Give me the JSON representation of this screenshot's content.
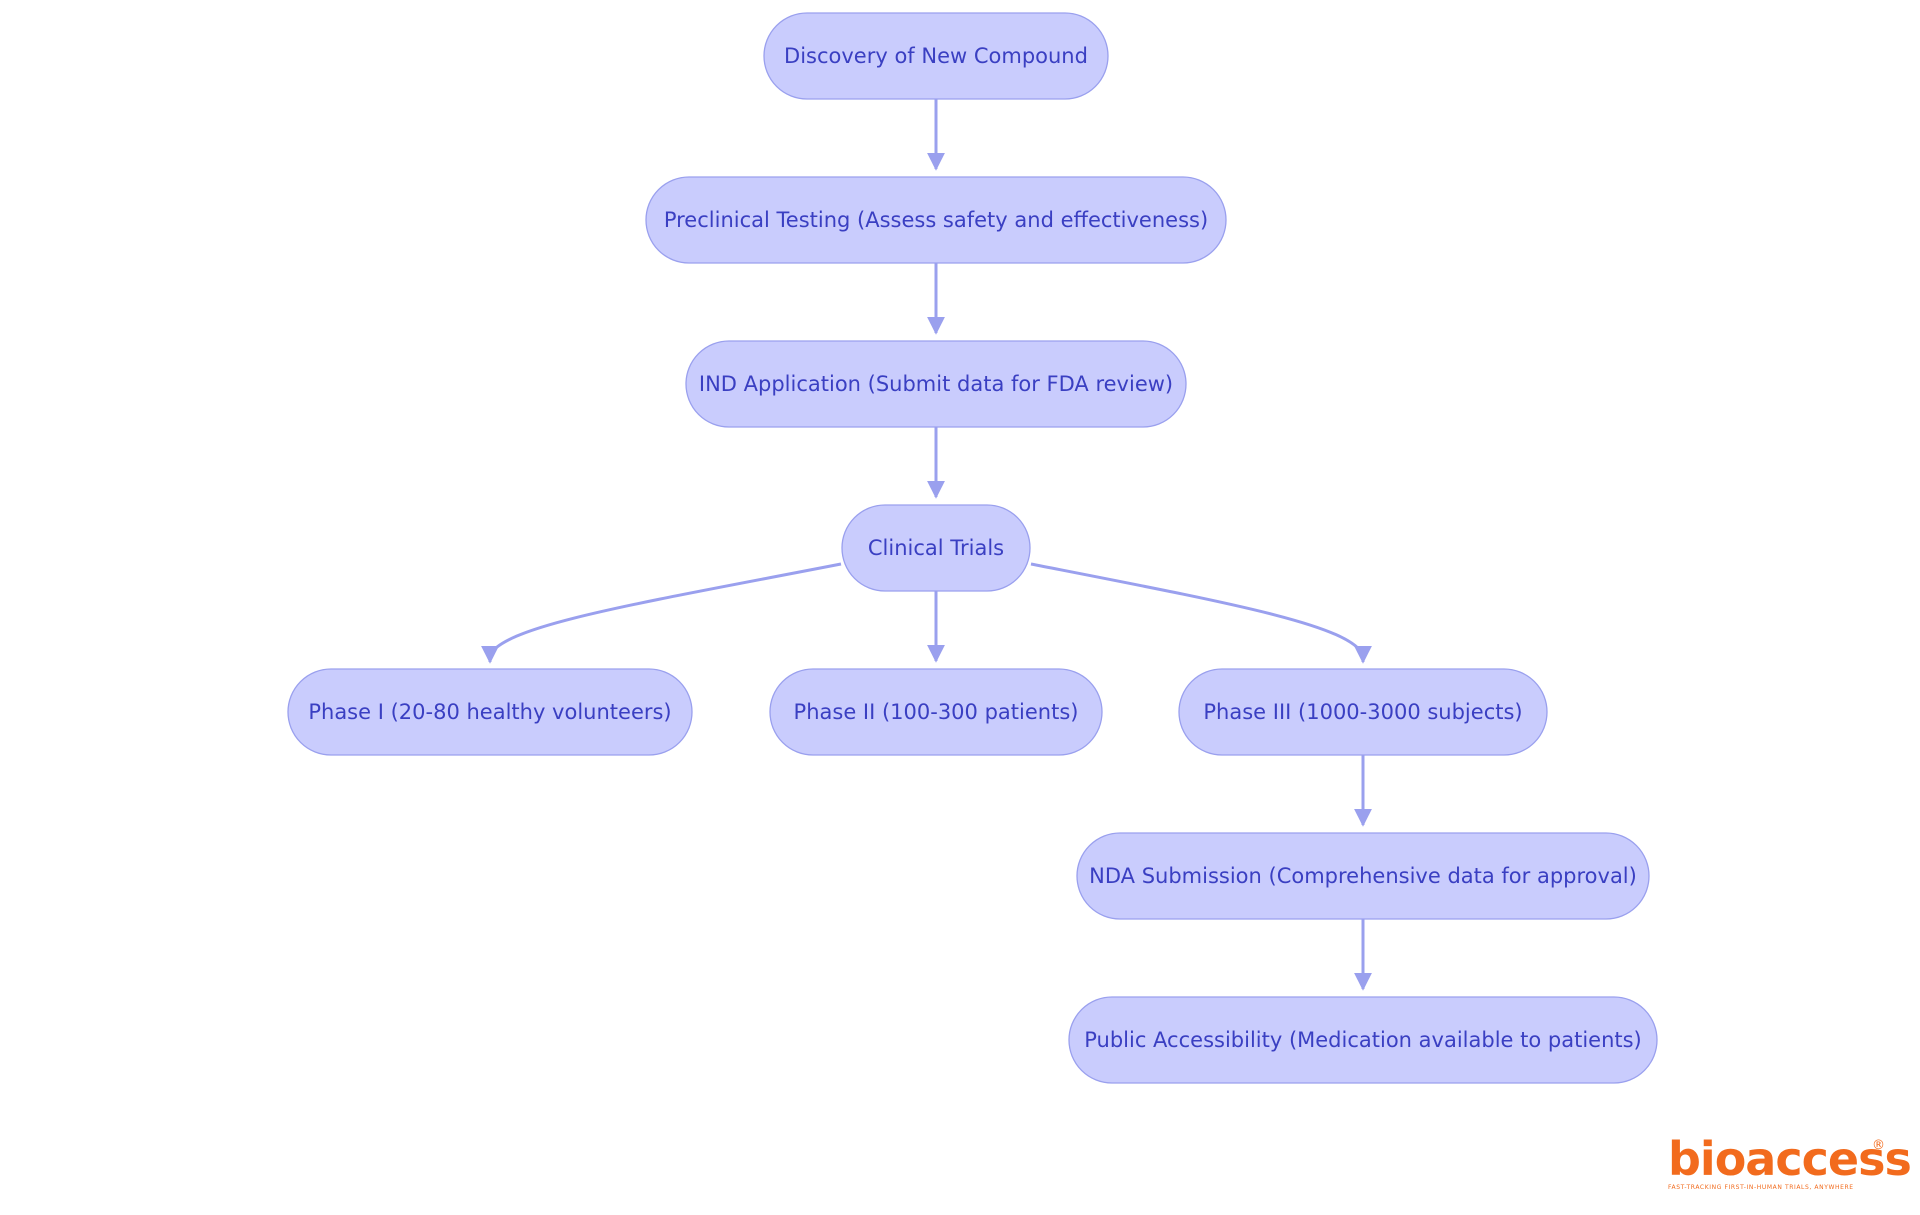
{
  "diagram": {
    "nodes": [
      {
        "id": "discovery",
        "label": "Discovery of New Compound"
      },
      {
        "id": "preclinical",
        "label": "Preclinical Testing (Assess safety and effectiveness)"
      },
      {
        "id": "ind",
        "label": "IND Application (Submit data for FDA review)"
      },
      {
        "id": "clinical",
        "label": "Clinical Trials"
      },
      {
        "id": "phase1",
        "label": "Phase I (20-80 healthy volunteers)"
      },
      {
        "id": "phase2",
        "label": "Phase II (100-300 patients)"
      },
      {
        "id": "phase3",
        "label": "Phase III (1000-3000 subjects)"
      },
      {
        "id": "nda",
        "label": "NDA Submission (Comprehensive data for approval)"
      },
      {
        "id": "public",
        "label": "Public Accessibility (Medication available to patients)"
      }
    ],
    "edges": [
      {
        "from": "discovery",
        "to": "preclinical"
      },
      {
        "from": "preclinical",
        "to": "ind"
      },
      {
        "from": "ind",
        "to": "clinical"
      },
      {
        "from": "clinical",
        "to": "phase1"
      },
      {
        "from": "clinical",
        "to": "phase2"
      },
      {
        "from": "clinical",
        "to": "phase3"
      },
      {
        "from": "phase3",
        "to": "nda"
      },
      {
        "from": "nda",
        "to": "public"
      }
    ],
    "colors": {
      "node_fill": "#c9ccfd",
      "node_stroke": "#9aa0ee",
      "node_text": "#3a3fc2",
      "edge": "#9aa0ee"
    }
  },
  "logo": {
    "wordmark": "bioaccess",
    "registered_mark": "®",
    "tagline": "FAST-TRACKING FIRST-IN-HUMAN TRIALS, ANYWHERE",
    "color": "#f26b1d"
  }
}
